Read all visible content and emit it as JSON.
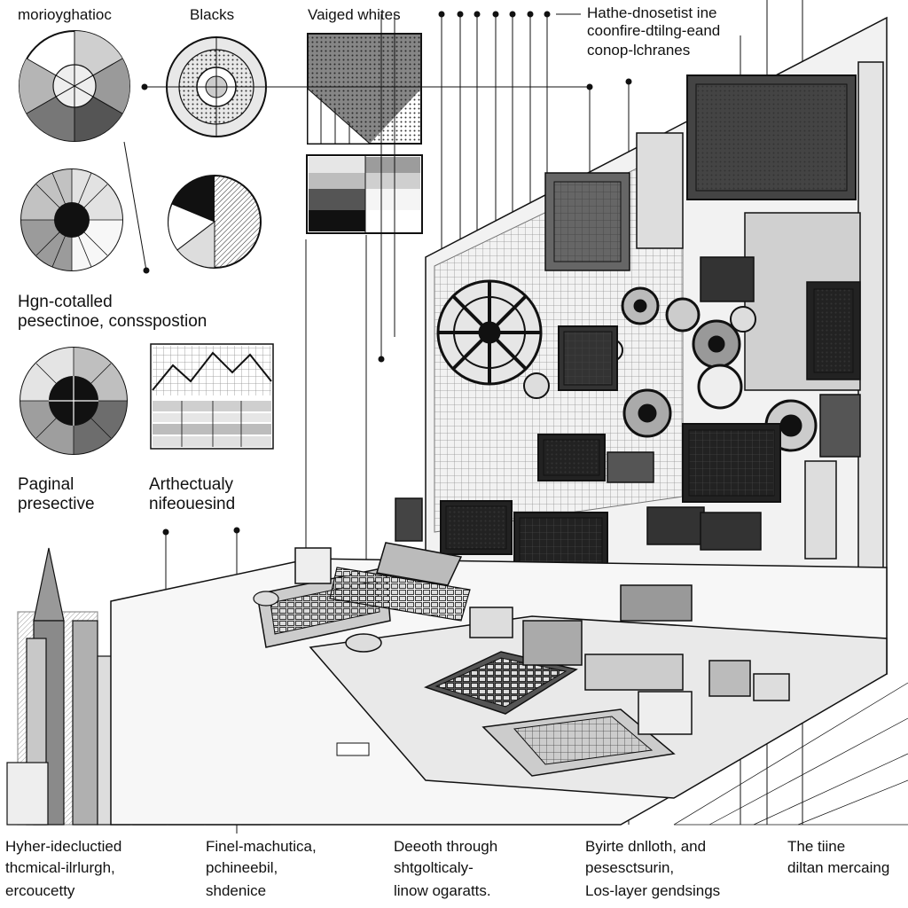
{
  "top_labels": {
    "monochromatic": "morioyghatioc",
    "blacks": "Blacks",
    "varied_whites": "Vaiged whites",
    "technique_line1": "Hathe-dnosetist ine",
    "technique_line2": "coonfire-dtilng-eand",
    "technique_line3": "conop-lchranes"
  },
  "mid_labels": {
    "composition_line1": "Hgn-cotalled",
    "composition_line2": "pesectinoe, consspostion",
    "perspective_line1": "Paginal",
    "perspective_line2": "presective",
    "architecture_line1": "Arthectualy",
    "architecture_line2": "nifeouesind"
  },
  "bottom_captions": [
    {
      "l1": "Hyher-idecluctied",
      "l2": "thcmical-ilrlurgh,",
      "l3": "ercoucetty"
    },
    {
      "l1": "Finel-machutica,",
      "l2": "pchineebil,",
      "l3": "shdenice"
    },
    {
      "l1": "Deeoth through",
      "l2": "shtgolticaly-",
      "l3": "linow ogaratts."
    },
    {
      "l1": "Byirte dnlloth, and",
      "l2": "pesesctsurin,",
      "l3": "Los-layer gendsings"
    },
    {
      "l1": "The tiine",
      "l2": "diltan mercaing",
      "l3": ""
    }
  ],
  "colors": {
    "ink": "#111111",
    "paper": "#ffffff",
    "mid_gray": "#8a8a8a",
    "light_gray": "#d4d4d4",
    "dark_gray": "#444444"
  }
}
